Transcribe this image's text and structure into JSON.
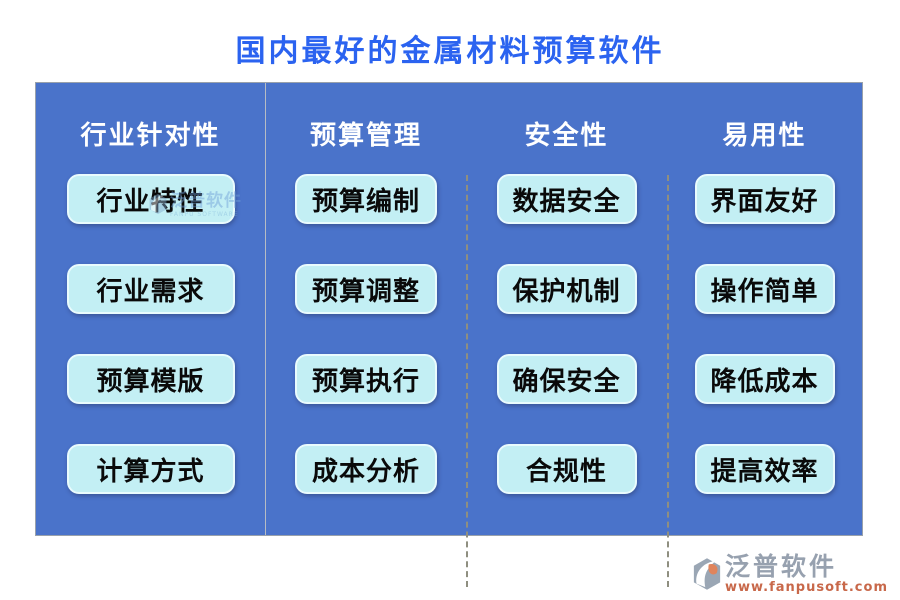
{
  "title": "国内最好的金属材料预算软件",
  "columns": [
    {
      "header": "行业针对性",
      "items": [
        "行业特性",
        "行业需求",
        "预算模版",
        "计算方式"
      ]
    },
    {
      "header": "预算管理",
      "items": [
        "预算编制",
        "预算调整",
        "预算执行",
        "成本分析"
      ]
    },
    {
      "header": "安全性",
      "items": [
        "数据安全",
        "保护机制",
        "确保安全",
        "合规性"
      ]
    },
    {
      "header": "易用性",
      "items": [
        "界面友好",
        "操作简单",
        "降低成本",
        "提高效率"
      ]
    }
  ],
  "watermark": {
    "brand_cn": "泛普软件",
    "brand_en": "FANPU SOFTWARE",
    "url": "www.fanpusoft.com"
  },
  "colors": {
    "title_blue": "#2b63f0",
    "panel_blue": "#4a73ca",
    "button_cyan": "#c3eff4",
    "button_border": "#e9fbfd",
    "solid_divider": "#b6bcc4",
    "dashed_divider": "#8f8f80",
    "brand_gray": "#97a1af",
    "brand_orange": "#c8684a",
    "logo_orange": "#e0845c"
  }
}
